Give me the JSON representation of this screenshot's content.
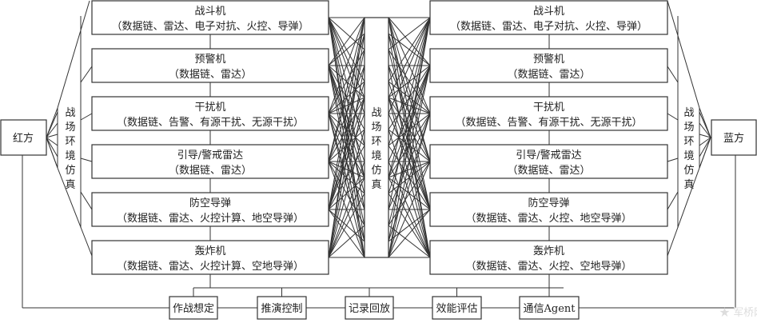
{
  "red_side": {
    "label": "红方"
  },
  "blue_side": {
    "label": "蓝方"
  },
  "env_sim_label": "战场环境仿真",
  "red_units": [
    {
      "name": "战斗机",
      "detail": "（数据链、雷达、电子对抗、火控、导弹）"
    },
    {
      "name": "预警机",
      "detail": "（数据链、雷达）"
    },
    {
      "name": "干扰机",
      "detail": "（数据链、告警、有源干扰、无源干扰）"
    },
    {
      "name": "引导/警戒雷达",
      "detail": "（数据链、雷达）"
    },
    {
      "name": "防空导弹",
      "detail": "（数据链、雷达、火控计算、地空导弹）"
    },
    {
      "name": "轰炸机",
      "detail": "（数据链、雷达、火控计算、空地导弹）"
    }
  ],
  "blue_units": [
    {
      "name": "战斗机",
      "detail": "（数据链、雷达、电子对抗、火控、导弹）"
    },
    {
      "name": "预警机",
      "detail": "（数据链、雷达）"
    },
    {
      "name": "干扰机",
      "detail": "（数据链、告警、有源干扰、无源干扰）"
    },
    {
      "name": "引导/警戒雷达",
      "detail": "（数据链、雷达）"
    },
    {
      "name": "防空导弹",
      "detail": "（数据链、雷达、火控、地空导弹）"
    },
    {
      "name": "轰炸机",
      "detail": "（数据链、雷达、火控、空地导弹）"
    }
  ],
  "control_modules": [
    "作战想定",
    "推演控制",
    "记录回放",
    "效能评估",
    "通信Agent"
  ],
  "watermark": "军桥网"
}
